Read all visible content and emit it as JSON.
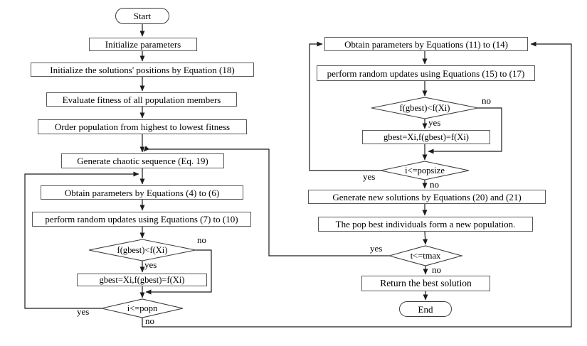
{
  "diagram_title": "optimization-algorithm-flowchart",
  "colors": {
    "background": "#ffffff",
    "line": "#1c1c1c",
    "box_border": "#595959",
    "text": "#000000"
  },
  "branch_labels": {
    "yes": "yes",
    "no": "no"
  },
  "nodes": {
    "start": {
      "label": "Start",
      "shape": "terminator"
    },
    "init_params": {
      "label": "Initialize parameters",
      "shape": "process"
    },
    "init_positions": {
      "label": "Initialize the solutions' positions by Equation (18)",
      "shape": "process"
    },
    "evaluate_fitness": {
      "label": "Evaluate fitness of all population members",
      "shape": "process"
    },
    "order_population": {
      "label": "Order population from highest to lowest fitness",
      "shape": "process"
    },
    "generate_chaotic": {
      "label": "Generate chaotic sequence (Eq. 19)",
      "shape": "process"
    },
    "obtain_params_4_6": {
      "label": "Obtain parameters  by Equations (4) to (6)",
      "shape": "process"
    },
    "random_updates_7_10": {
      "label": "perform random updates using Equations (7) to (10)",
      "shape": "process"
    },
    "fitness_check_left": {
      "label": "f(gbest)<f(Xi)",
      "shape": "decision"
    },
    "gbest_update_left": {
      "label": "gbest=Xi,f(gbest)=f(Xi)",
      "shape": "process"
    },
    "popn_check": {
      "label": "i<=popn",
      "shape": "decision"
    },
    "obtain_params_11_14": {
      "label": "Obtain parameters  by Equations (11) to (14)",
      "shape": "process"
    },
    "random_updates_15_17": {
      "label": "perform random updates using Equations (15) to (17)",
      "shape": "process"
    },
    "fitness_check_right": {
      "label": "f(gbest)<f(Xi)",
      "shape": "decision"
    },
    "gbest_update_right": {
      "label": "gbest=Xi,f(gbest)=f(Xi)",
      "shape": "process"
    },
    "popsize_check": {
      "label": "i<=popsize",
      "shape": "decision"
    },
    "generate_new_solutions": {
      "label": "Generate new solutions by Equations (20) and (21)",
      "shape": "process"
    },
    "pop_best": {
      "label": "The pop best individuals form a new population.",
      "shape": "process"
    },
    "tmax_check": {
      "label": "t<=tmax",
      "shape": "decision"
    },
    "return_best": {
      "label": "Return the best solution",
      "shape": "process"
    },
    "end": {
      "label": "End",
      "shape": "terminator"
    }
  }
}
